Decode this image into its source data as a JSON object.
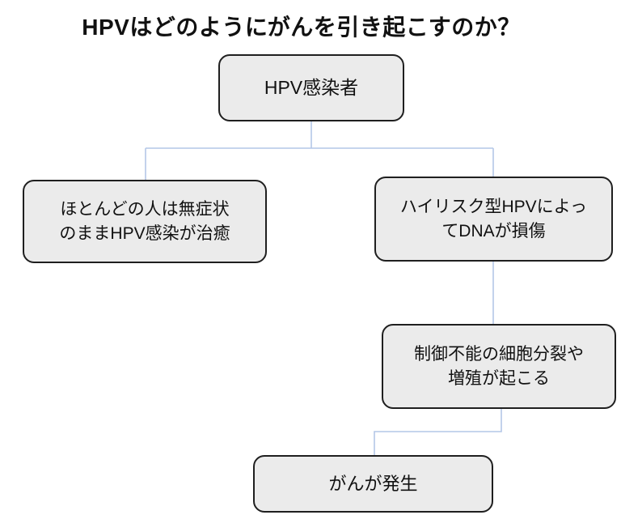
{
  "title": "HPVはどのようにがんを引き起こすのか？",
  "diagram": {
    "type": "flowchart",
    "nodes": [
      {
        "id": "hpv-infected",
        "label": "HPV感染者"
      },
      {
        "id": "asymptomatic-clearance",
        "label": "ほとんどの人は無症状\nのままHPV感染が治癒"
      },
      {
        "id": "dna-damage",
        "label": "ハイリスク型HPVによっ\nてDNAが損傷"
      },
      {
        "id": "uncontrolled-division",
        "label": "制御不能の細胞分裂や\n増殖が起こる"
      },
      {
        "id": "cancer-develops",
        "label": "がんが発生"
      }
    ],
    "edges": [
      {
        "from": "hpv-infected",
        "to": "asymptomatic-clearance"
      },
      {
        "from": "hpv-infected",
        "to": "dna-damage"
      },
      {
        "from": "dna-damage",
        "to": "uncontrolled-division"
      },
      {
        "from": "uncontrolled-division",
        "to": "cancer-develops"
      }
    ],
    "colors": {
      "connector": "#b4c7e7",
      "box_fill": "#ebebeb",
      "box_border": "#1f1f1f",
      "text": "#111111",
      "background": "#ffffff"
    }
  }
}
